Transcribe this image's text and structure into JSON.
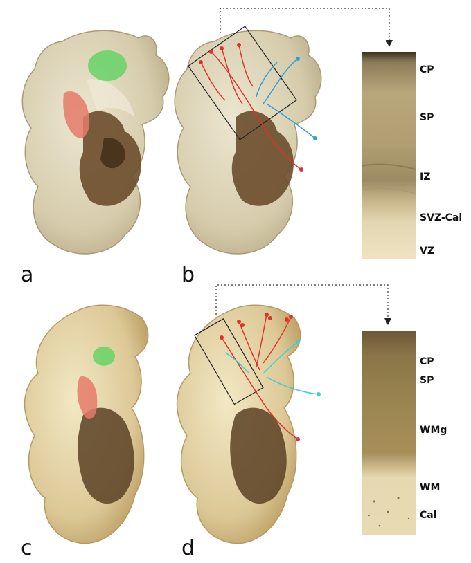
{
  "panels": {
    "a": {
      "letter": "a"
    },
    "b": {
      "letter": "b"
    },
    "c": {
      "letter": "c"
    },
    "d": {
      "letter": "d"
    }
  },
  "top_strip": {
    "layers": [
      "CP",
      "SP",
      "IZ",
      "SVZ-Cal",
      "VZ"
    ]
  },
  "bottom_strip": {
    "layers": [
      "CP",
      "SP",
      "WMg",
      "WM",
      "Cal"
    ]
  },
  "colors": {
    "tissue_light": "#e9e1c8",
    "tissue_mid": "#cbbd98",
    "tissue_dark": "#5a4124",
    "green_region": "#66d366",
    "red_region": "#e57a6a",
    "red_pathway": "#e0312c",
    "blue_pathway": "#2f9fd9",
    "cyan_pathway": "#3ad0d0"
  }
}
